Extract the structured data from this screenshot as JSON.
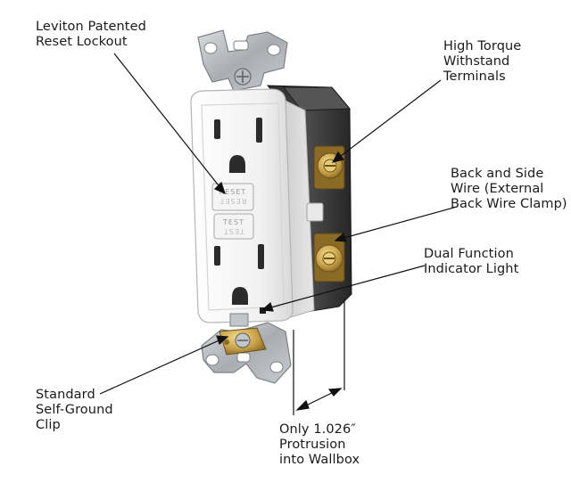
{
  "callouts": {
    "reset_lockout": [
      "Leviton Patented",
      "Reset Lockout"
    ],
    "high_torque": [
      "High Torque",
      "Withstand",
      "Terminals"
    ],
    "back_side_wire": [
      "Back and Side",
      "Wire (External",
      "Back Wire Clamp)"
    ],
    "dual_function": [
      "Dual Function",
      "Indicator Light"
    ],
    "self_ground": [
      "Standard",
      "Self-Ground",
      "Clip"
    ],
    "protrusion": [
      "Only 1.026″",
      "Protrusion",
      "into Wallbox"
    ]
  },
  "device": {
    "button_reset": "RESET",
    "button_test": "TEST"
  },
  "colors": {
    "body": "#eeeeee",
    "housing": "#3a3a3a",
    "brass": "#c9a24a",
    "strap": "#b8bcc0",
    "leader_line": "#111111"
  }
}
